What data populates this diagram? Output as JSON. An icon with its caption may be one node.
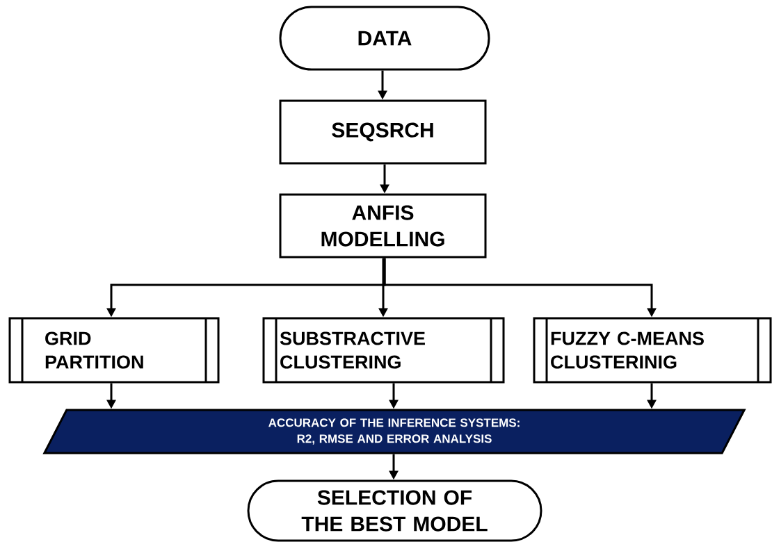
{
  "diagram": {
    "nodes": [
      {
        "text": [
          "DATA"
        ]
      },
      {
        "text": [
          "SEQSRCH"
        ]
      },
      {
        "text": [
          "ANFIS MODELLING"
        ]
      },
      {
        "text": [
          "GRID PARTITION"
        ]
      },
      {
        "text": [
          "SUBSTRACTIVE CLUSTERING"
        ]
      },
      {
        "text": [
          "FUZZY C-MEANS CLUSTERINIG"
        ]
      },
      {
        "text": [
          "ACCURACY OF THE INFERENCE SYSTEMS: R2, RMSE AND ERROR ANALYSIS"
        ]
      },
      {
        "text": [
          "SELECTION OF THE BEST MODEL"
        ]
      }
    ],
    "edges": [
      {
        "from": 0,
        "to": 1,
        "arrow": "to"
      },
      {
        "from": 1,
        "to": 2,
        "arrow": "to"
      },
      {
        "from": 2,
        "to": 3,
        "arrow": "to"
      },
      {
        "from": 2,
        "to": 4,
        "arrow": "to"
      },
      {
        "from": 2,
        "to": 5,
        "arrow": "to"
      },
      {
        "from": 3,
        "to": 6,
        "arrow": "to"
      },
      {
        "from": 4,
        "to": 6,
        "arrow": "to"
      },
      {
        "from": 5,
        "to": 6,
        "arrow": "to"
      },
      {
        "from": 6,
        "to": 7,
        "arrow": "to"
      }
    ]
  }
}
